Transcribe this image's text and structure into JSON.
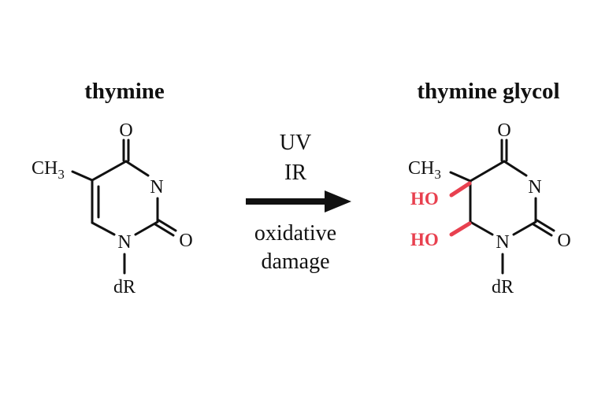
{
  "reactant": {
    "title": "thymine",
    "methyl": "CH",
    "methyl_sub": "3",
    "o_top": "O",
    "n3": "N",
    "n1": "N",
    "o_right": "O",
    "sugar": "dR"
  },
  "product": {
    "title": "thymine glycol",
    "methyl": "CH",
    "methyl_sub": "3",
    "o_top": "O",
    "n3": "N",
    "n1": "N",
    "o_right": "O",
    "sugar": "dR",
    "hydroxyl_1": "HO",
    "hydroxyl_2": "HO"
  },
  "arrow": {
    "above_1": "UV",
    "above_2": "IR",
    "below_1": "oxidative",
    "below_2": "damage"
  },
  "colors": {
    "highlight": "#e8404f",
    "ink": "#111111"
  }
}
